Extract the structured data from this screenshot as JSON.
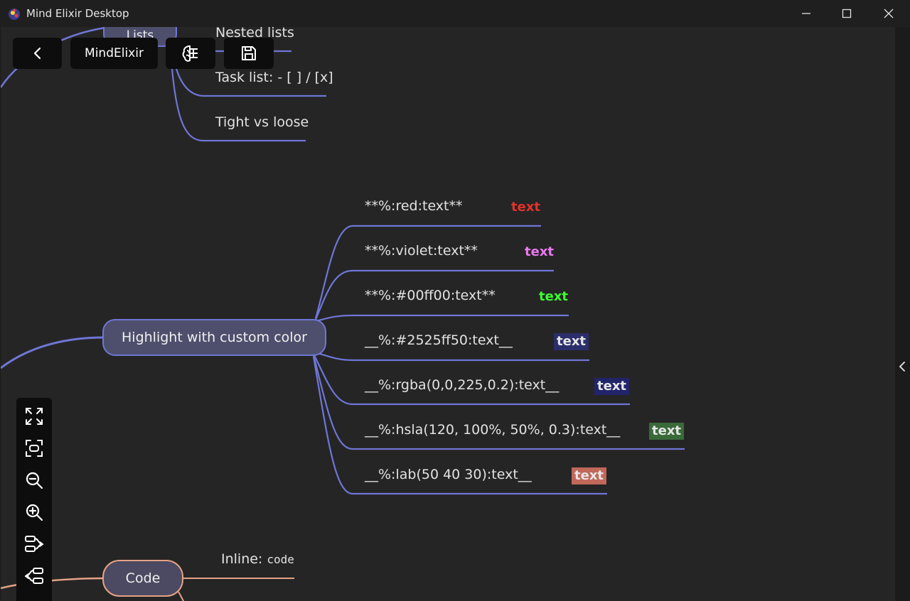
{
  "window": {
    "title": "Mind Elixir Desktop"
  },
  "toolbar": {
    "app_label": "MindElixir"
  },
  "colors": {
    "canvas_bg": "#252525",
    "branch_blue": "#6f76d6",
    "branch_orange": "#e6a286",
    "topic_fill": "#4e4f6c"
  },
  "mindmap": {
    "lists": {
      "label": "Lists",
      "children": [
        "Nested lists",
        "Task list: - [ ] / [x]",
        "Tight vs loose"
      ]
    },
    "highlight": {
      "label": "Highlight with custom color",
      "children": [
        {
          "label": "**%:red:text**",
          "tag": "text",
          "color": "#e0332b",
          "bg": ""
        },
        {
          "label": "**%:violet:text**",
          "tag": "text",
          "color": "#ea78f0",
          "bg": ""
        },
        {
          "label": "**%:#00ff00:text**",
          "tag": "text",
          "color": "#3bff30",
          "bg": ""
        },
        {
          "label": "__%:#2525ff50:text__",
          "tag": "text",
          "color": "#e6e6e6",
          "bg": "#2b2e6a"
        },
        {
          "label": "__%:rgba(0,0,225,0.2):text__",
          "tag": "text",
          "color": "#e6e6e6",
          "bg": "#22246a"
        },
        {
          "label": "__%:hsla(120, 100%, 50%, 0.3):text__",
          "tag": "text",
          "color": "#e6e6e6",
          "bg": "#3a6a3a"
        },
        {
          "label": "__%:lab(50 40 30):text__",
          "tag": "text",
          "color": "#e6e6e6",
          "bg": "#c0685a"
        }
      ]
    },
    "code": {
      "label": "Code",
      "inline_prefix": "Inline: ",
      "inline_code": "code"
    }
  },
  "icons": {
    "back": "chevron-left-icon",
    "summary": "brain-icon",
    "save": "save-icon",
    "fullscreen": "fullscreen-icon",
    "center": "center-focus-icon",
    "zoom_out": "zoom-out-icon",
    "zoom_in": "zoom-in-icon",
    "layout_right": "layout-right-icon",
    "layout_left": "layout-left-icon",
    "sidebar_toggle": "chevron-left-icon"
  }
}
